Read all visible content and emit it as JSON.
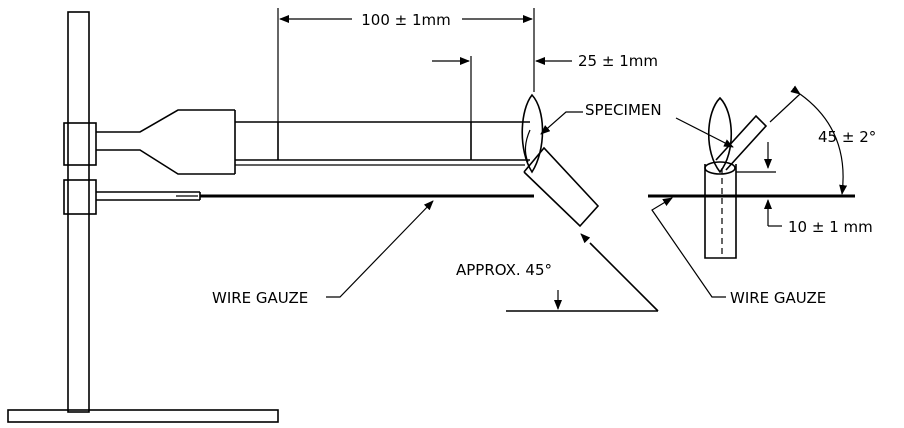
{
  "labels": {
    "dim_length": "100 ± 1mm",
    "dim_offset": "25 ± 1mm",
    "specimen": "SPECIMEN",
    "angle_tilt": "45 ± 2°",
    "height": "10 ± 1 mm",
    "approx": "APPROX. 45°",
    "wire_gauze_left": "WIRE GAUZE",
    "wire_gauze_right": "WIRE GAUZE"
  }
}
